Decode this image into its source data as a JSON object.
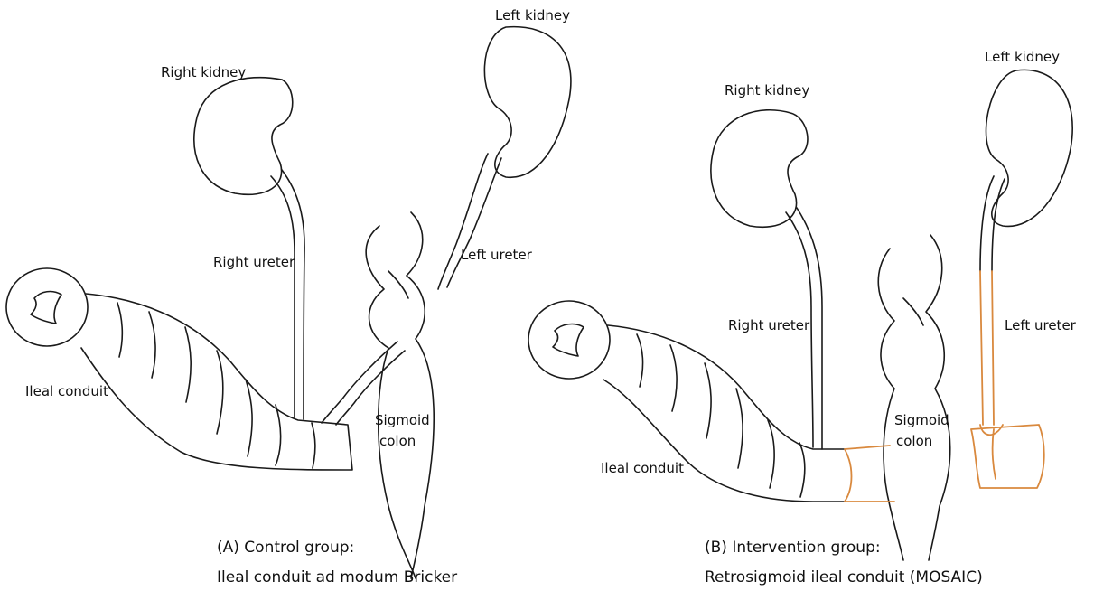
{
  "panel_a": {
    "labels": {
      "right_kidney": "Right kidney",
      "left_kidney": "Left kidney",
      "right_ureter": "Right ureter",
      "left_ureter": "Left ureter",
      "ileal_conduit": "Ileal conduit",
      "sigmoid_line1": "Sigmoid",
      "sigmoid_line2": "colon"
    },
    "caption_line1": "(A)  Control group:",
    "caption_line2": "Ileal conduit ad modum Bricker"
  },
  "panel_b": {
    "labels": {
      "right_kidney": "Right kidney",
      "left_kidney": "Left kidney",
      "right_ureter": "Right ureter",
      "left_ureter": "Left ureter",
      "ileal_conduit": "Ileal conduit",
      "sigmoid_line1": "Sigmoid",
      "sigmoid_line2": "colon"
    },
    "caption_line1": "(B) Intervention group:",
    "caption_line2": "Retrosigmoid ileal conduit (MOSAIC)"
  },
  "colors": {
    "ink": "#1a1a1a",
    "highlight": "#d9893e",
    "background": "#ffffff"
  }
}
